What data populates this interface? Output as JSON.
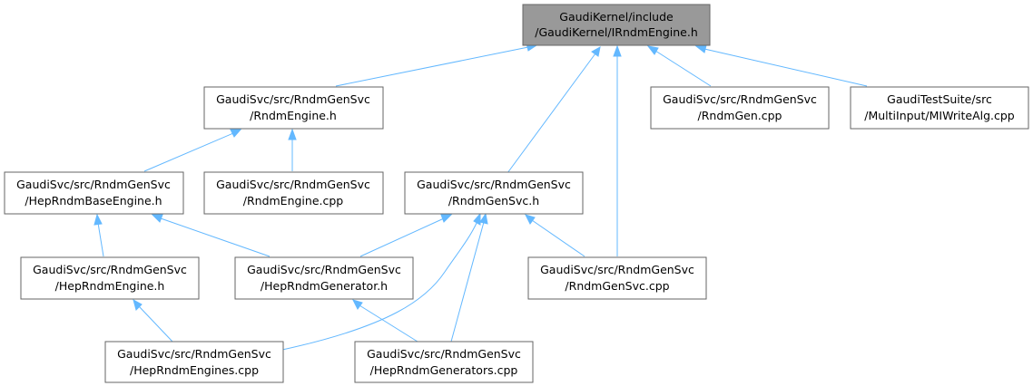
{
  "graph": {
    "nodes": {
      "root": {
        "line1": "GaudiKernel/include",
        "line2": "/GaudiKernel/IRndmEngine.h"
      },
      "reh": {
        "line1": "GaudiSvc/src/RndmGenSvc",
        "line2": "/RndmEngine.h"
      },
      "rgcpp": {
        "line1": "GaudiSvc/src/RndmGenSvc",
        "line2": "/RndmGen.cpp"
      },
      "miw": {
        "line1": "GaudiTestSuite/src",
        "line2": "/MultiInput/MIWriteAlg.cpp"
      },
      "hrbe": {
        "line1": "GaudiSvc/src/RndmGenSvc",
        "line2": "/HepRndmBaseEngine.h"
      },
      "recpp": {
        "line1": "GaudiSvc/src/RndmGenSvc",
        "line2": "/RndmEngine.cpp"
      },
      "rgsh": {
        "line1": "GaudiSvc/src/RndmGenSvc",
        "line2": "/RndmGenSvc.h"
      },
      "hreh": {
        "line1": "GaudiSvc/src/RndmGenSvc",
        "line2": "/HepRndmEngine.h"
      },
      "hrgh": {
        "line1": "GaudiSvc/src/RndmGenSvc",
        "line2": "/HepRndmGenerator.h"
      },
      "rgscpp": {
        "line1": "GaudiSvc/src/RndmGenSvc",
        "line2": "/RndmGenSvc.cpp"
      },
      "hrecpp": {
        "line1": "GaudiSvc/src/RndmGenSvc",
        "line2": "/HepRndmEngines.cpp"
      },
      "hrgcpp": {
        "line1": "GaudiSvc/src/RndmGenSvc",
        "line2": "/HepRndmGenerators.cpp"
      }
    },
    "edge_color": "#63b8ff",
    "root_fill": "#999999",
    "node_border": "#666666"
  }
}
